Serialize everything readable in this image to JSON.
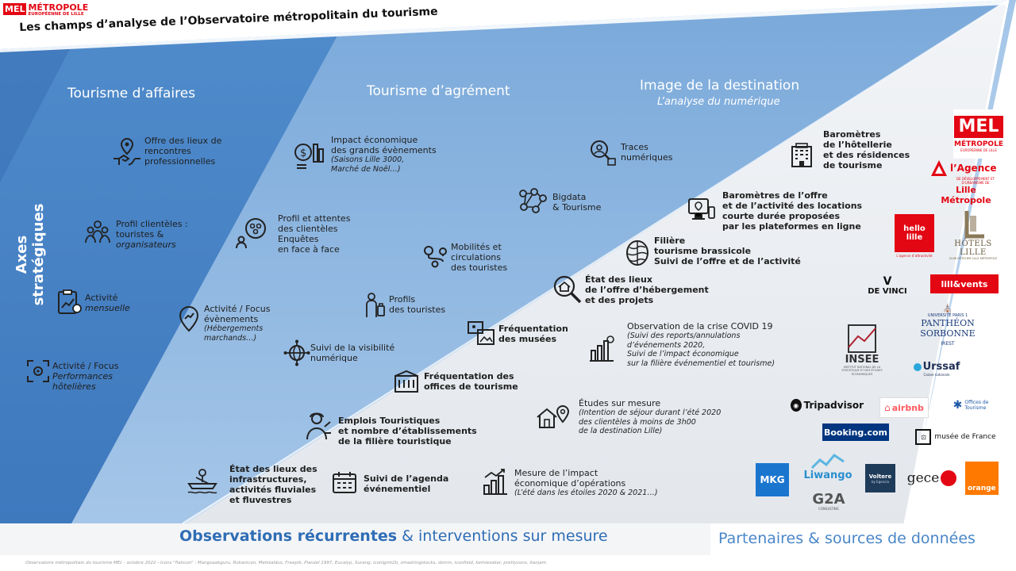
{
  "header": {
    "logo": "MEL",
    "logo_brand": "MÉTROPOLE",
    "logo_sub": "EUROPÉENNE DE LILLE",
    "title": "Les champs d’analyse de l’Observatoire métropolitain du tourisme"
  },
  "axis_label": "Axes stratégiques",
  "columns": {
    "affaires": "Tourisme d’affaires",
    "agrement": "Tourisme d’agrément",
    "image": "Image de la destination",
    "image_sub": "L’analyse du numérique"
  },
  "items": {
    "offre_lieux": [
      "Offre des lieux de",
      "rencontres",
      "professionnelles"
    ],
    "profil_clienteles": [
      "Profil clientèles :",
      "touristes &",
      "organisateurs"
    ],
    "activite": [
      "Activité",
      "mensuelle"
    ],
    "activite_focus_perf": [
      "Activité / Focus",
      "Performances",
      "hôtelières"
    ],
    "impact_eco": [
      "Impact économique",
      "des grands évènements",
      "(Saisons Lille 3000,",
      "Marché de Noël…)"
    ],
    "profil_attentes": [
      "Profil et attentes",
      "des clientèles",
      "Enquêtes",
      "en face à face"
    ],
    "activite_focus_ev": [
      "Activité / Focus",
      "évènements",
      "(Hébergements",
      "marchands…)"
    ],
    "mobilites": [
      "Mobilités et",
      "circulations",
      "des touristes"
    ],
    "profils_touristes": [
      "Profils",
      "des touristes"
    ],
    "visibilite": [
      "Suivi de la visibilité",
      "numérique"
    ],
    "traces": [
      "Traces",
      "numériques"
    ],
    "bigdata": [
      "Bigdata",
      "& Tourisme"
    ],
    "barometres_hotel": [
      "Baromètres",
      "de l’hôtellerie",
      "et des résidences",
      "de tourisme"
    ],
    "barometres_offre": [
      "Baromètres de l’offre",
      "et de l’activité des locations",
      "courte durée proposées",
      "par les plateformes en ligne"
    ],
    "filiere": [
      "Filière",
      "tourisme brassicole",
      "Suivi de l’offre et de l’activité"
    ],
    "etat_hebergement": [
      "État des lieux",
      "de l’offre d’hébergement",
      "et des projets"
    ],
    "musees": [
      "Fréquentation",
      "des musées"
    ],
    "covid": [
      "Observation de la crise COVID 19",
      "(Suivi des reports/annulations",
      "d’événements 2020,",
      "Suivi de l’impact économique",
      "sur la filière événementiel et tourisme)"
    ],
    "offices": [
      "Fréquentation des",
      "offices de tourisme"
    ],
    "etudes": [
      "Études sur mesure",
      "(Intention de séjour durant l’été 2020",
      "des clientèles à moins de 3h00",
      "de la destination Lille)"
    ],
    "emplois": [
      "Emplois Touristiques",
      "et nombre d’établissements",
      "de la filière touristique"
    ],
    "etat_infra": [
      "État des lieux des",
      "infrastructures,",
      "activités fluviales",
      "et fluvestres"
    ],
    "agenda": [
      "Suivi de l’agenda",
      "événementiel"
    ],
    "mesure_impact": [
      "Mesure de l’impact",
      "économique d’opérations",
      "(L’été dans les étoiles 2020 & 2021…)"
    ]
  },
  "bottom": {
    "obs_bold": "Observations récurrentes",
    "obs_rest": "& interventions sur mesure",
    "partners": "Partenaires  & sources de données"
  },
  "footnote": "Observatoire métropolitain du tourisme MEL - octobre 2022 - Icons \"flaticon\" : Mangsaabguru, Rukanicon, Mettzaldus, Freepik, Pianzel 1997, Eucalyp, Surang, iconlgmt2b, smashingstocks, sbmm, iconfield, kemiesaker, prettycons, itanjam",
  "logos": {
    "mel_text": "MEL",
    "mel_brand": "MÉTROPOLE",
    "mel_sub": "EUROPÉENNE DE LILLE",
    "agence_l1": "l’Agence",
    "agence_l2": "DE DÉVELOPPEMENT ET D’URBANISME DE",
    "agence_l3": "Lille Métropole",
    "hello": "hello lille",
    "hello_sub": "L’agence d’attractivité",
    "hotels": "HÔTELS LILLE",
    "hotels_sub": "CLUB HÔTELIER LILLE MÉTROPOLE",
    "devinci": "DE VINCI",
    "lillevents": "lill&vents",
    "univ": "UNIVERSITÉ PARIS 1",
    "pantheon": "PANTHÉON SORBONNE",
    "irest": "IREST",
    "insee": "INSEE",
    "insee_sub": "INSTITUT NATIONAL DE LA STATISTIQUE ET DES ÉTUDES ÉCONOMIQUES",
    "urssaf": "Urssaf",
    "urssaf_sub": "Caisse nationale",
    "tripadvisor": "Tripadvisor",
    "airbnb": "airbnb",
    "offices_l1": "Offices de",
    "offices_l2": "Tourisme",
    "booking": "Booking.com",
    "musee": "musée de France",
    "mkg": "MKG",
    "liwango": "Liwango",
    "voltere": "Voltere",
    "voltere_sub": "by Egencia",
    "gece": "gece",
    "orange": "orange",
    "g2a": "G2A",
    "g2a_sub": "CONSULTING"
  },
  "colors": {
    "band1": "#4a86c8",
    "band2": "#9cc0e6",
    "band3": "#b9d4ee",
    "band4": "#eaedf1",
    "text_blue": "#2f6db5",
    "mel_red": "#e30613",
    "partners_text": "#4a86c8"
  }
}
